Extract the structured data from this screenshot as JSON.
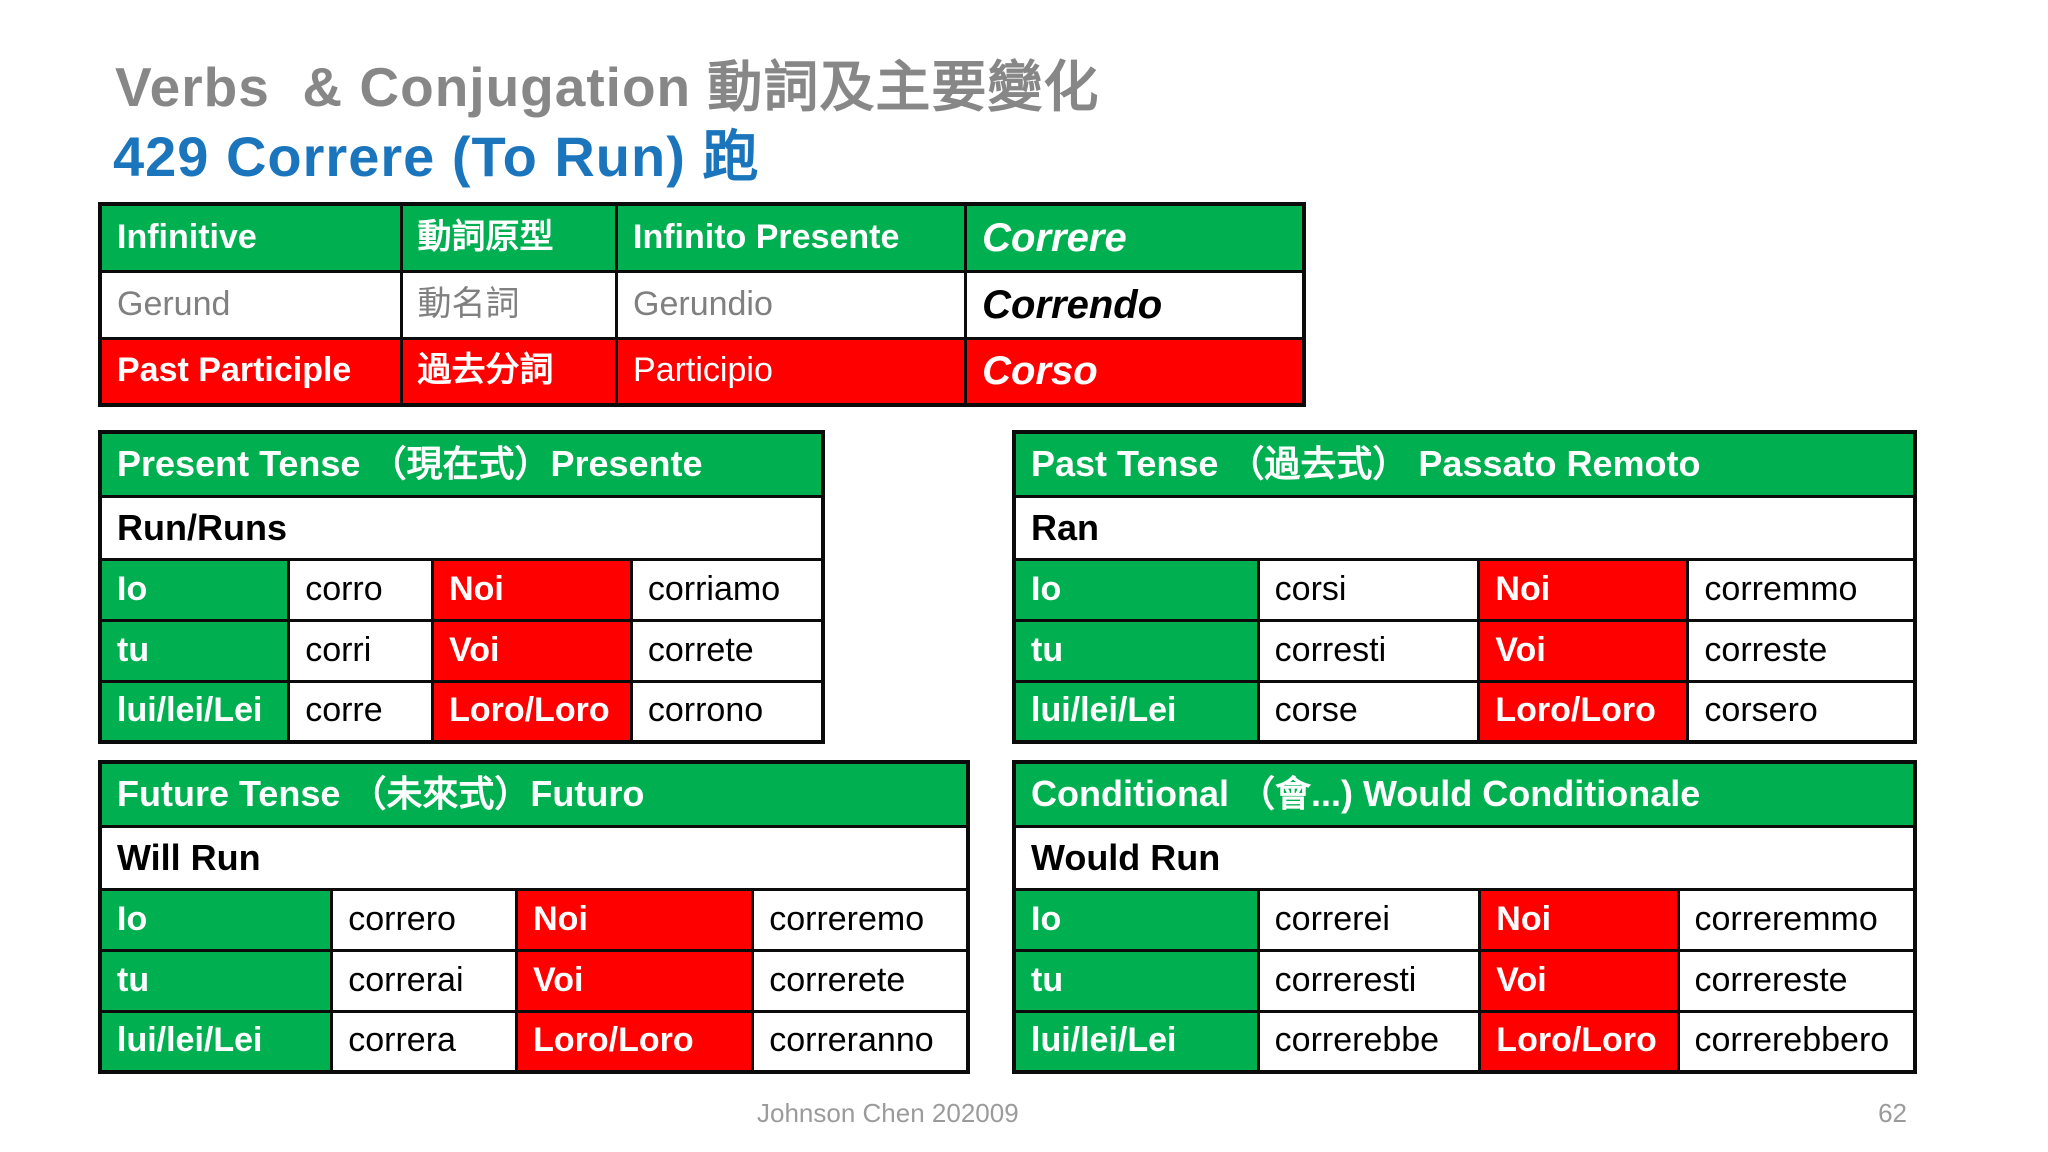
{
  "title": {
    "line1": "Verbs  & Conjugation 動詞及主要變化",
    "line2": "429 Correre (To Run) 跑"
  },
  "colors": {
    "green": "#00b050",
    "red": "#ff0000",
    "title_blue": "#1b75bc",
    "title_gray": "#878787",
    "footer_gray": "#9b9b9b"
  },
  "overview_table": {
    "rows": [
      {
        "english": "Infinitive",
        "chinese": "動詞原型",
        "italian_label": "Infinito Presente",
        "verb": "Correre"
      },
      {
        "english": "Gerund",
        "chinese": "動名詞",
        "italian_label": "Gerundio",
        "verb": "Correndo"
      },
      {
        "english": "Past Participle",
        "chinese": "過去分詞",
        "italian_label": "Participio",
        "verb": "Corso"
      }
    ]
  },
  "tense_tables": [
    {
      "header": "Present Tense （現在式）Presente",
      "english": "Run/Runs",
      "rows": [
        {
          "p1": "Io",
          "v1": "corro",
          "p2": "Noi",
          "v2": "corriamo"
        },
        {
          "p1": "tu",
          "v1": "corri",
          "p2": "Voi",
          "v2": "correte"
        },
        {
          "p1": "lui/lei/Lei",
          "v1": "corre",
          "p2": "Loro/Loro",
          "v2": "corrono"
        }
      ]
    },
    {
      "header": "Past Tense （過去式） Passato Remoto",
      "english": "Ran",
      "rows": [
        {
          "p1": "Io",
          "v1": "corsi",
          "p2": "Noi",
          "v2": "corremmo"
        },
        {
          "p1": "tu",
          "v1": "corresti",
          "p2": "Voi",
          "v2": "correste"
        },
        {
          "p1": "lui/lei/Lei",
          "v1": "corse",
          "p2": "Loro/Loro",
          "v2": "corsero"
        }
      ]
    },
    {
      "header": "Future Tense （未來式）Futuro",
      "english": "Will Run",
      "rows": [
        {
          "p1": "Io",
          "v1": "correro",
          "p2": "Noi",
          "v2": "correremo"
        },
        {
          "p1": "tu",
          "v1": "correrai",
          "p2": "Voi",
          "v2": "correrete"
        },
        {
          "p1": "lui/lei/Lei",
          "v1": "correra",
          "p2": "Loro/Loro",
          "v2": "correranno"
        }
      ]
    },
    {
      "header": "Conditional （會...) Would  Conditionale",
      "english": "Would Run",
      "rows": [
        {
          "p1": "Io",
          "v1": "correrei",
          "p2": "Noi",
          "v2": "correremmo"
        },
        {
          "p1": "tu",
          "v1": "correresti",
          "p2": "Voi",
          "v2": "correreste"
        },
        {
          "p1": "lui/lei/Lei",
          "v1": "correrebbe",
          "p2": "Loro/Loro",
          "v2": "correrebbero"
        }
      ]
    }
  ],
  "footer": {
    "author": "Johnson Chen 202009",
    "page_number": "62"
  }
}
